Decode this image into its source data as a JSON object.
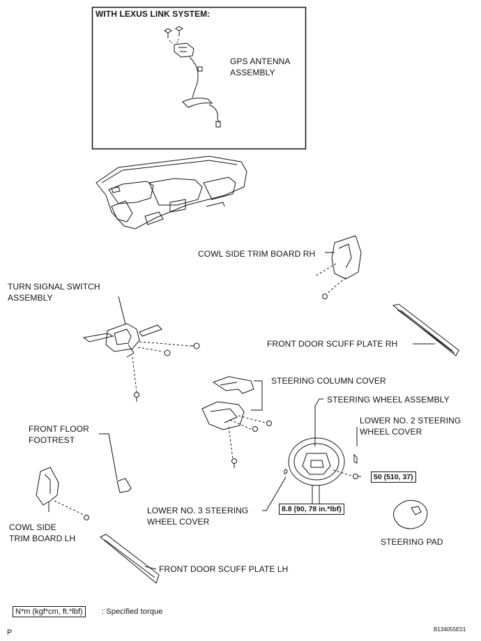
{
  "inset": {
    "title": "WITH LEXUS LINK SYSTEM:",
    "gps_label_1": "GPS ANTENNA",
    "gps_label_2": "ASSEMBLY"
  },
  "labels": {
    "cowl_rh": "COWL SIDE TRIM BOARD RH",
    "turn_signal_1": "TURN SIGNAL SWITCH",
    "turn_signal_2": "ASSEMBLY",
    "scuff_rh": "FRONT DOOR SCUFF PLATE RH",
    "steering_column_cover": "STEERING COLUMN COVER",
    "steering_wheel_assembly": "STEERING WHEEL ASSEMBLY",
    "lower_no2_1": "LOWER NO. 2 STEERING",
    "lower_no2_2": "WHEEL COVER",
    "front_floor_1": "FRONT FLOOR",
    "front_floor_2": "FOOTREST",
    "lower_no3_1": "LOWER NO. 3 STEERING",
    "lower_no3_2": "WHEEL COVER",
    "cowl_lh_1": "COWL SIDE",
    "cowl_lh_2": "TRIM BOARD LH",
    "scuff_lh": "FRONT DOOR SCUFF PLATE LH",
    "steering_pad": "STEERING PAD"
  },
  "torques": {
    "t1": "50 (510, 37)",
    "t2": "8.8 (90, 78 in.*lbf)"
  },
  "legend": {
    "box": "N*m (kgf*cm, ft.*lbf)",
    "text": ": Specified torque"
  },
  "footer": {
    "left": "P",
    "code": "B134055E01"
  }
}
